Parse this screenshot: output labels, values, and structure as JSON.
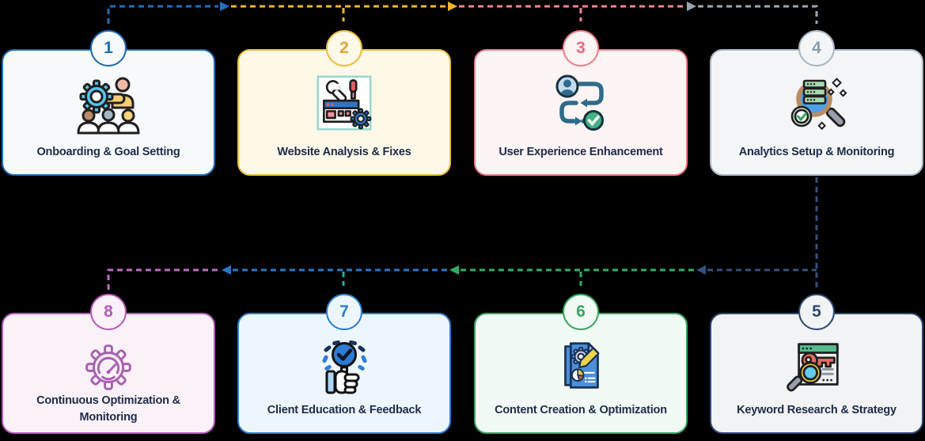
{
  "text_color": "#1c2b4a",
  "steps": [
    {
      "number": "1",
      "title": "Onboarding & Goal Setting",
      "icon": "team-gear-icon",
      "accent": "#1e6cb5",
      "bg": "#f7fafd"
    },
    {
      "number": "2",
      "title": "Website Analysis & Fixes",
      "icon": "website-tools-icon",
      "accent": "#ecbe3e",
      "bg": "#fdf8e8",
      "number_color": "#e0a735"
    },
    {
      "number": "3",
      "title": "User Experience Enhancement",
      "icon": "user-flow-check-icon",
      "accent": "#ec7f8d",
      "bg": "#fdf4f4",
      "number_color": "#e8697d"
    },
    {
      "number": "4",
      "title": "Analytics Setup & Monitoring",
      "icon": "analytics-magnifier-icon",
      "accent": "#a9b7c3",
      "bg": "#f3f5f7",
      "number_color": "#8b9dab"
    },
    {
      "number": "5",
      "title": "Keyword Research & Strategy",
      "icon": "keyword-search-icon",
      "accent": "#2d4a75",
      "bg": "#f2f3f5"
    },
    {
      "number": "6",
      "title": "Content Creation & Optimization",
      "icon": "content-document-icon",
      "accent": "#36a85f",
      "bg": "#f2faf5"
    },
    {
      "number": "7",
      "title": "Client Education & Feedback",
      "icon": "thumbs-up-feedback-icon",
      "accent": "#2b7fd0",
      "bg": "#eef6fd"
    },
    {
      "number": "8",
      "title": "Continuous Optimization & Monitoring",
      "icon": "gear-gauge-icon",
      "accent": "#b25cb5",
      "bg": "#fbf1f9"
    }
  ],
  "connectors": {
    "colors": {
      "blue": "#1e6fbd",
      "gold": "#f0b42a",
      "pink": "#f0858e",
      "gray": "#9aa7b3",
      "navy": "#33517c",
      "green": "#2fae62",
      "blue2": "#2878c8",
      "teal": "#1fae9e",
      "purple": "#bb6cc0"
    }
  }
}
